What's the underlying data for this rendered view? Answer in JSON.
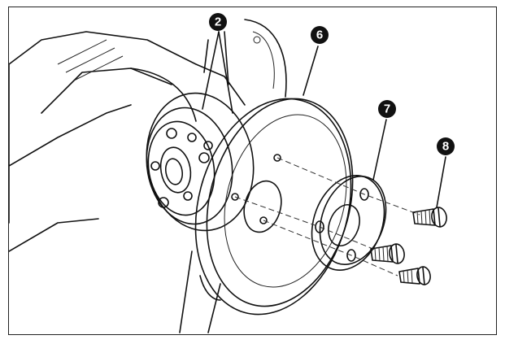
{
  "diagram": {
    "callouts": [
      {
        "id": "callout-2",
        "label": "2"
      },
      {
        "id": "callout-6",
        "label": "6"
      },
      {
        "id": "callout-7",
        "label": "7"
      },
      {
        "id": "callout-8",
        "label": "8"
      }
    ],
    "colors": {
      "line": "#111111",
      "callout_fill": "#111111",
      "background": "#ffffff"
    }
  }
}
